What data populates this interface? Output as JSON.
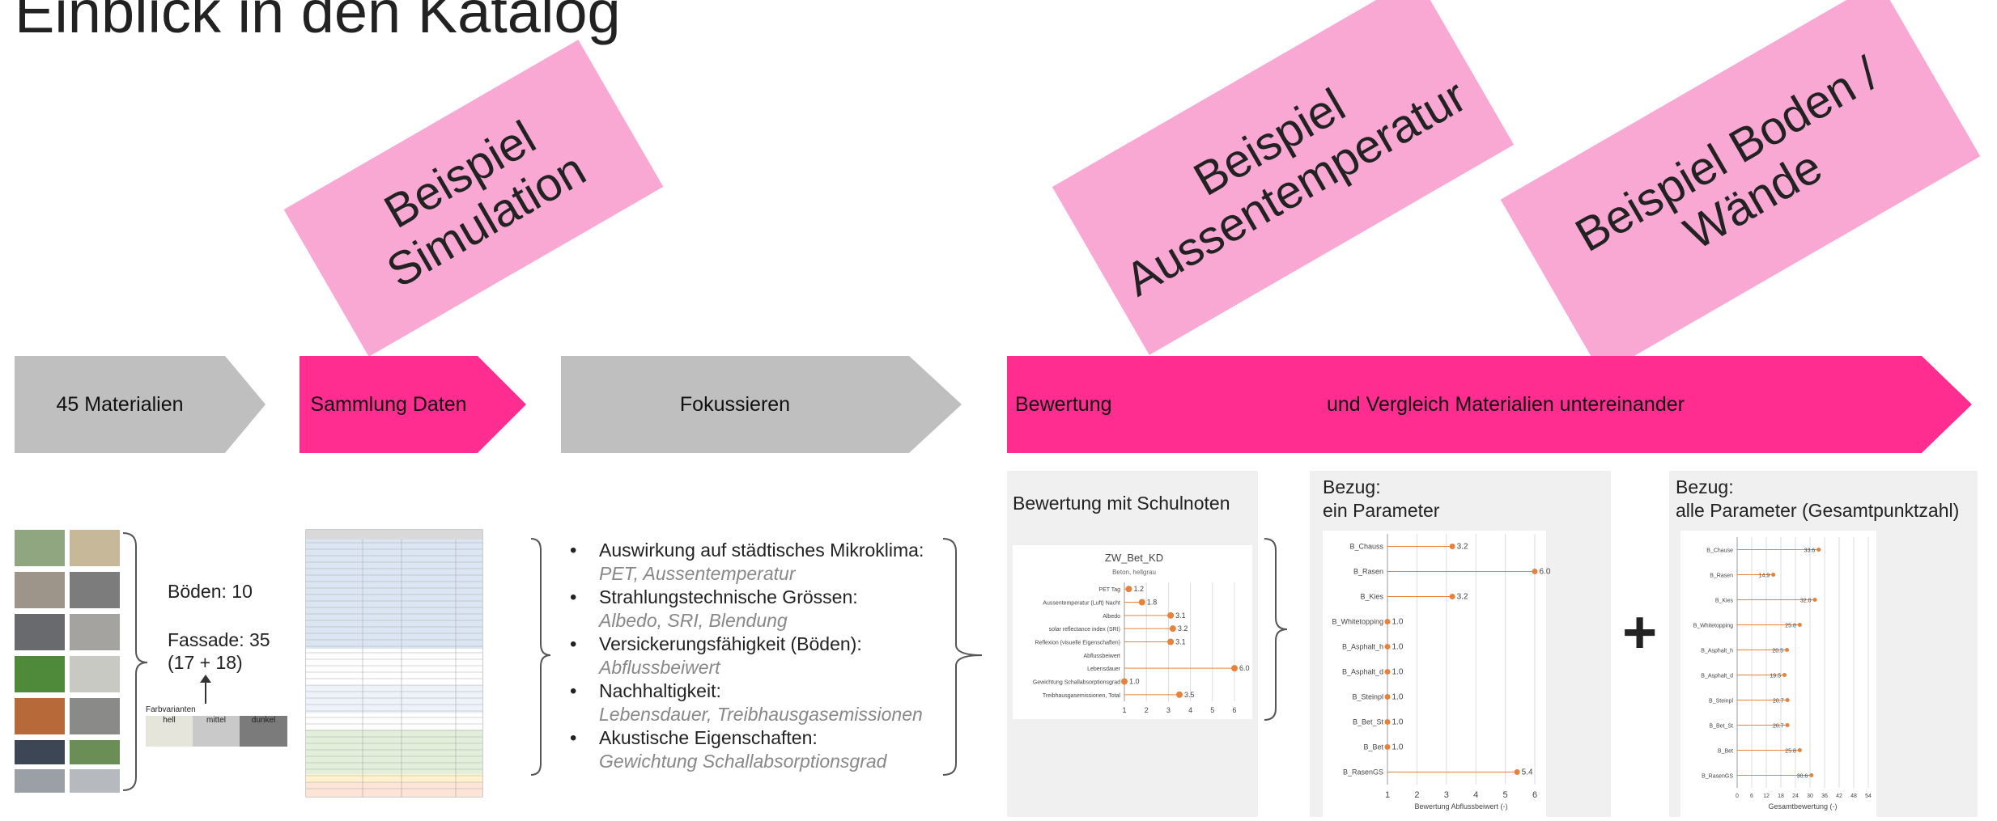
{
  "title": "Einblick in den Katalog",
  "tags": {
    "simulation": [
      "Beispiel",
      "Simulation"
    ],
    "aussentemperatur": [
      "Beispiel",
      "Aussentemperatur"
    ],
    "boden": [
      "Beispiel Boden /",
      "Wände"
    ]
  },
  "process": {
    "step1": "45 Materialien",
    "step2": "Sammlung Daten",
    "step3": "Fokussieren",
    "step4a": "Bewertung",
    "step4b": "und Vergleich Materialien untereinander"
  },
  "materials": {
    "boeden": "Böden: 10",
    "fassade": "Fassade: 35",
    "fassade_split": "(17 + 18)",
    "farbvarianten_label": "Farbvarianten",
    "variants": [
      "hell",
      "mittel",
      "dunkel"
    ]
  },
  "focus": [
    {
      "main": "Auswirkung auf städtisches Mikroklima:",
      "sub": "PET, Aussentemperatur"
    },
    {
      "main": "Strahlungstechnische Grössen:",
      "sub": "Albedo, SRI, Blendung"
    },
    {
      "main": "Versickerungsfähigkeit (Böden):",
      "sub": "Abflussbeiwert"
    },
    {
      "main": "Nachhaltigkeit:",
      "sub": "Lebensdauer, Treibhausgasemissionen"
    },
    {
      "main": "Akustische Eigenschaften:",
      "sub": "Gewichtung Schallabsorptionsgrad"
    }
  ],
  "panel1": {
    "title": "Bewertung mit Schulnoten"
  },
  "panel2": {
    "title1": "Bezug:",
    "title2": "ein Parameter"
  },
  "panel3": {
    "title1": "Bezug:",
    "title2": "alle Parameter (Gesamtpunktzahl)"
  },
  "plus": "+",
  "colors": {
    "pink_tag": "#f9a8d4",
    "pink_arrow": "#ff2d8f",
    "gray_arrow": "#bfbfbf",
    "orange": "#e8823a"
  },
  "chart_data": [
    {
      "type": "scatter",
      "title": "ZW_Bet_KD",
      "subtitle": "Beton, hellgrau",
      "categories": [
        "PET Tag",
        "Aussentemperatur (Luft) Nacht",
        "Albedo",
        "solar reflectance index (SRI)",
        "Reflexion (visuelle Eigenschaften)",
        "Abflussbeiwert",
        "Lebensdauer",
        "Gewichtung Schallabsorptionsgrad",
        "Treibhausgasemissionen, Total"
      ],
      "values": [
        1.2,
        1.8,
        3.1,
        3.2,
        3.1,
        null,
        6.0,
        1.0,
        3.5
      ],
      "xlim": [
        1,
        6
      ],
      "xticks": [
        "1",
        "2",
        "3",
        "4",
        "5",
        "6"
      ]
    },
    {
      "type": "scatter",
      "categories": [
        "B_Chauss",
        "B_Rasen",
        "B_Kies",
        "B_Whitetopping",
        "B_Asphalt_h",
        "B_Asphalt_d",
        "B_Steinpl",
        "B_Bet_St",
        "B_Bet",
        "B_RasenGS"
      ],
      "values": [
        3.2,
        6.0,
        3.2,
        1.0,
        1.0,
        1.0,
        1.0,
        1.0,
        1.0,
        5.4
      ],
      "xlim": [
        1,
        6
      ],
      "xticks": [
        "1",
        "2",
        "3",
        "4",
        "5",
        "6"
      ],
      "xlabel": "Bewertung Abflussbeiwert (-)"
    },
    {
      "type": "scatter",
      "categories": [
        "B_Chause",
        "B_Rasen",
        "B_Kies",
        "B_Whitetopping",
        "B_Asphalt_h",
        "B_Asphalt_d",
        "B_Steinpl",
        "B_Bet_St",
        "B_Bet",
        "B_RasenGS"
      ],
      "values": [
        33.6,
        14.9,
        32.0,
        25.8,
        20.5,
        19.5,
        20.7,
        20.7,
        25.8,
        30.6
      ],
      "xlim": [
        0,
        54
      ],
      "xticks": [
        "0",
        "6",
        "12",
        "18",
        "24",
        "30",
        "36",
        "42",
        "48",
        "54"
      ],
      "xlabel": "Gesamtbewertung (-)"
    }
  ]
}
